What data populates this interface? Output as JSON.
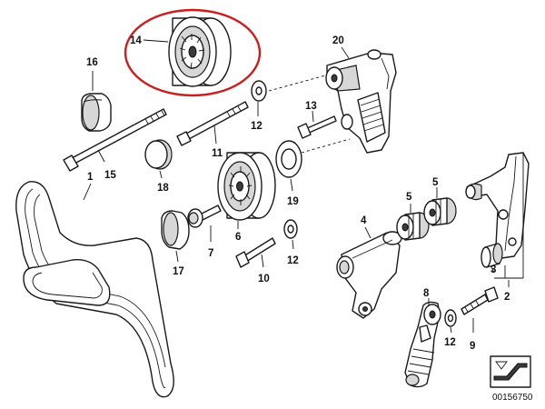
{
  "labels": {
    "p1": "1",
    "p2": "2",
    "p3": "3",
    "p4": "4",
    "p5a": "5",
    "p5b": "5",
    "p6": "6",
    "p7": "7",
    "p8": "8",
    "p9": "9",
    "p10": "10",
    "p11": "11",
    "p12a": "12",
    "p12b": "12",
    "p12c": "12",
    "p13": "13",
    "p14": "14",
    "p15": "15",
    "p16": "16",
    "p17": "17",
    "p18": "18",
    "p19": "19",
    "p20": "20"
  },
  "reference_number": "00156750",
  "highlight": {
    "part": "14",
    "color": "#cc1d1d"
  },
  "icons": {
    "corner": "page-corner-arrow-icon"
  }
}
